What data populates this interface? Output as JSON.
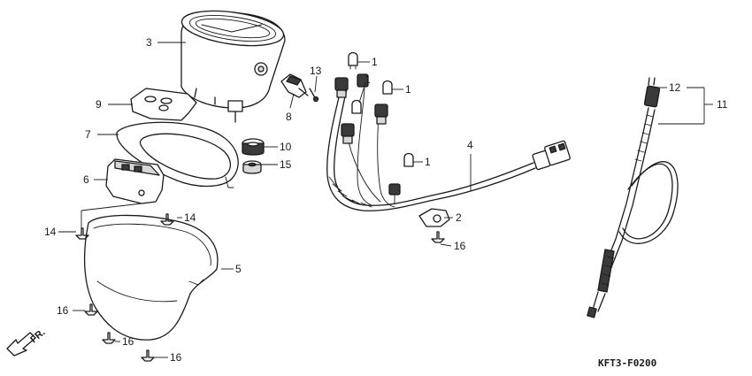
{
  "diagram_code": "KFT3-F0200",
  "front_marker": "FR.",
  "callouts": {
    "c1a": "1",
    "c1b": "1",
    "c1c": "1",
    "c1d": "1",
    "c2": "2",
    "c3": "3",
    "c4": "4",
    "c5": "5",
    "c6": "6",
    "c7": "7",
    "c8": "8",
    "c9": "9",
    "c10": "10",
    "c11": "11",
    "c12": "12",
    "c13": "13",
    "c14a": "14",
    "c14b": "14",
    "c15": "15",
    "c16a": "16",
    "c16b": "16",
    "c16c": "16",
    "c16d": "16"
  }
}
